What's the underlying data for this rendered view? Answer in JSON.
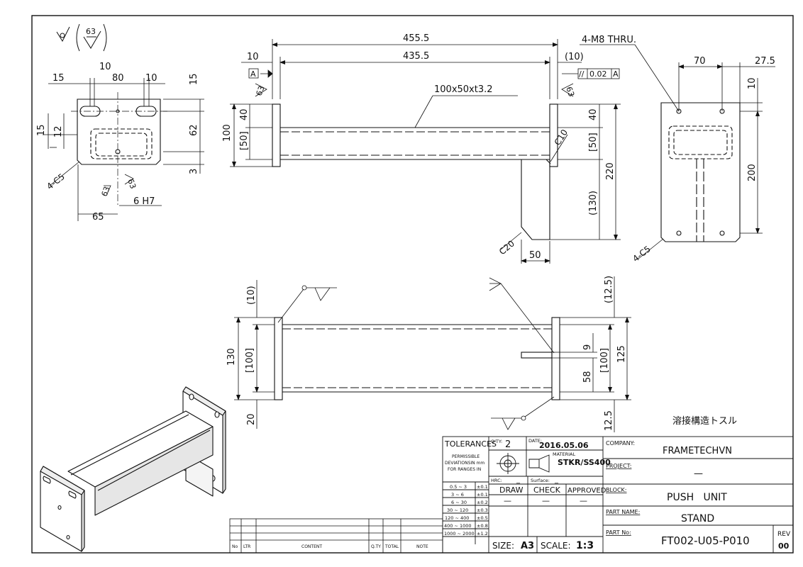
{
  "surface_symbol": {
    "outer": "63"
  },
  "front_view": {
    "dim_15_a": "15",
    "dim_10_a": "10",
    "dim_80": "80",
    "dim_10_b": "10",
    "dim_15_right": "15",
    "dim_15_left": "15",
    "dim_12": "12",
    "dim_62": "62",
    "dim_3": "3",
    "chamfer": "4-C5",
    "weld_63": "63",
    "weld_63_b": "63",
    "hole": "6 H7",
    "dim_65": "65"
  },
  "side_view": {
    "overall": "455.5",
    "inner": "435.5",
    "dim_10": "10",
    "dim_10_ref": "(10)",
    "datum": "A",
    "parallel": "//",
    "tol": "0.02",
    "datum_ref": "A",
    "weld_left": "63",
    "weld_right": "63",
    "tube_spec": "100x50xt3.2",
    "dim_100": "100",
    "dim_40_left": "40",
    "dim_50_left": "[50]",
    "dim_40_right": "40",
    "dim_50_right": "[50]",
    "c10": "C10",
    "dim_220": "220",
    "dim_130": "(130)",
    "c20": "C20",
    "dim_50_bottom": "50"
  },
  "end_view": {
    "holes": "4-M8 THRU.",
    "dim_70": "70",
    "dim_27_5": "27.5",
    "dim_10": "10",
    "dim_200": "200",
    "chamfer": "4-C5"
  },
  "top_view": {
    "dim_10_ref": "(10)",
    "dim_130": "130",
    "dim_100": "[100]",
    "dim_20": "20",
    "dim_12_5_top": "(12.5)",
    "dim_9": "9",
    "dim_100_right": "[100]",
    "dim_125": "125",
    "dim_58": "58",
    "dim_12_5_bottom": "12.5"
  },
  "note_jp": "溶接構造トスル",
  "revision_table": {
    "headers": [
      "No",
      "LTR",
      "CONTENT",
      "Q.TY",
      "TOTAL",
      "NOTE"
    ]
  },
  "title_block": {
    "tolerances_title": "TOLERANCES",
    "tolerances_desc": [
      "PERMISSIBLE",
      "DEVIATIONSIN mm",
      "FOR RANGES IN"
    ],
    "tolerances": [
      {
        "range": "0.5 ~ 3",
        "tol": "±0.1"
      },
      {
        "range": "3 ~ 6",
        "tol": "±0.1"
      },
      {
        "range": "6 ~ 30",
        "tol": "±0.2"
      },
      {
        "range": "30 ~ 120",
        "tol": "±0.3"
      },
      {
        "range": "120 ~ 400",
        "tol": "±0.5"
      },
      {
        "range": "400 ~ 1000",
        "tol": "±0.8"
      },
      {
        "range": "1000 ~ 2000",
        "tol": "±1.2"
      }
    ],
    "qty_label": "Q'TY:",
    "qty": "2",
    "date_label": "DATE:",
    "date": "2016.05.06",
    "material_label": "MATERIAL",
    "material": "STKR/SS400",
    "hrc_label": "HRC:",
    "hrc": "_",
    "surface_label": "Surface:",
    "surface": "_",
    "draw": "DRAW",
    "check": "CHECK",
    "approved": "APPROVED",
    "dash": "—",
    "size_label": "SIZE:",
    "size": "A3",
    "scale_label": "SCALE:",
    "scale": "1:3",
    "company_label": "COMPANY:",
    "company": "FRAMETECHVN",
    "project_label": "PROJECT:",
    "project": "—",
    "block_label": "BLOCK:",
    "block": "PUSH   UNIT",
    "part_name_label": "PART NAME:",
    "part_name": "STAND",
    "part_no_label": "PART No:",
    "part_no": "FT002-U05-P010",
    "rev_label": "REV",
    "rev": "00"
  }
}
